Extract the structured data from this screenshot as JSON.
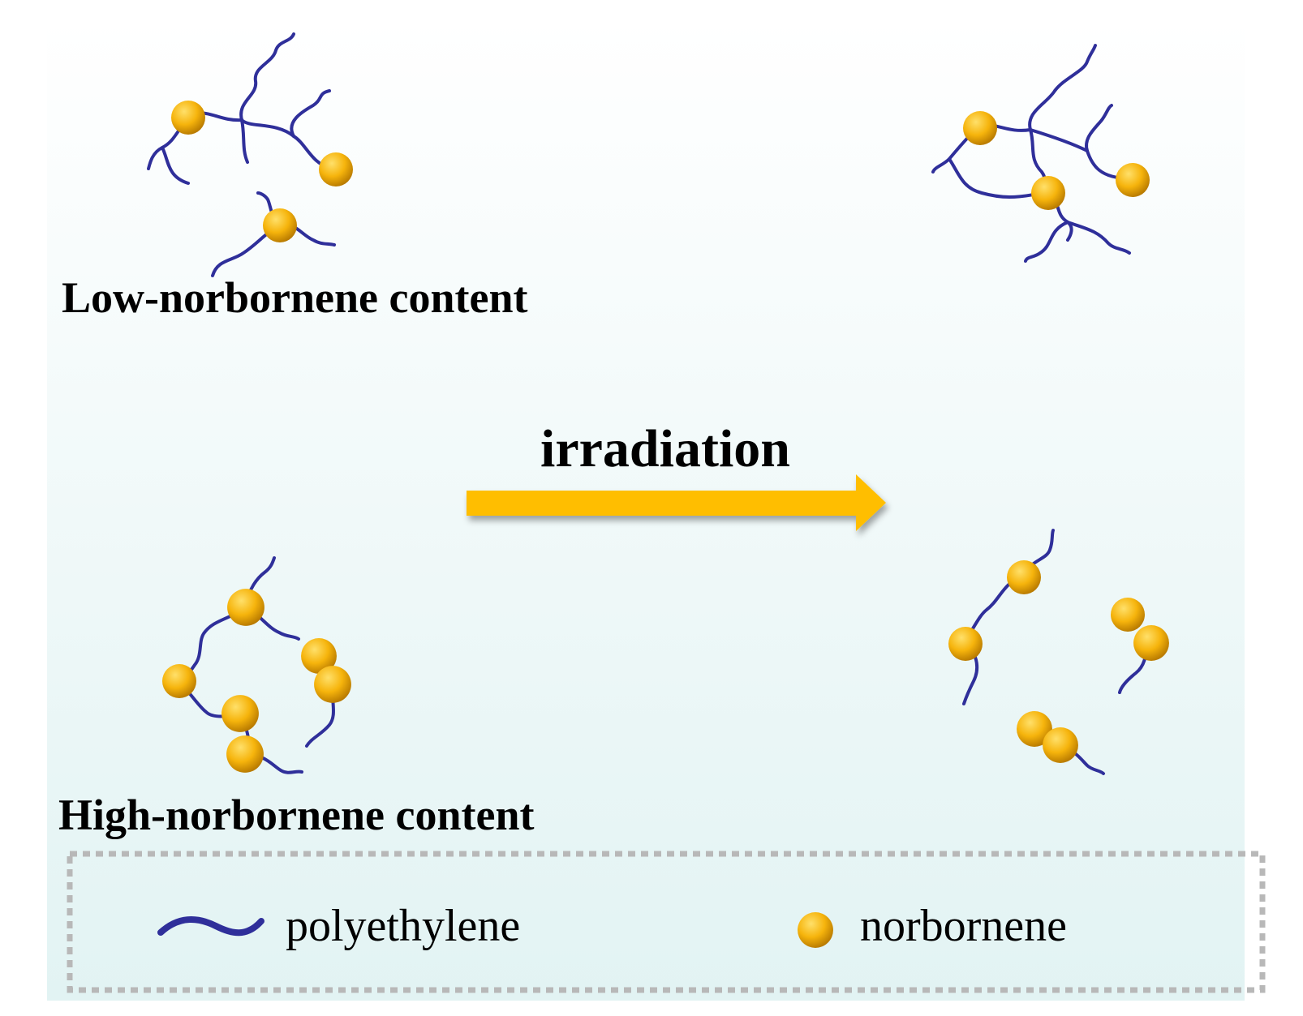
{
  "labels": {
    "low": "Low-norbornene content",
    "high": "High-norbornene content",
    "arrow": "irradiation"
  },
  "legend": {
    "polyethylene": "polyethylene",
    "norbornene": "norbornene"
  },
  "colors": {
    "chain": "#2f2f9a",
    "bead_light": "#ffd24a",
    "bead_dark": "#c98a00",
    "arrow": "#ffbe00",
    "background_top": "#ffffff",
    "background_bottom": "#e2f3f3",
    "legend_border": "#b8b8b8"
  }
}
